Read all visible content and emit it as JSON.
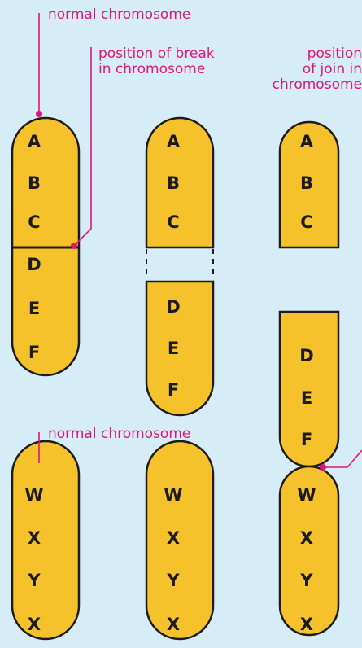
{
  "labels": {
    "normal_chromosome_top": "normal chromosome",
    "position_of_break": [
      "position of break",
      "in chromosome"
    ],
    "position_of_join": [
      "position",
      "of join in",
      "chromosome"
    ],
    "normal_chromosome_bottom": "normal chromosome"
  },
  "chromosomes": {
    "top_intact": [
      "A",
      "B",
      "C",
      "D",
      "E",
      "F"
    ],
    "top_broken_upper": [
      "A",
      "B",
      "C"
    ],
    "top_broken_lower": [
      "D",
      "E",
      "F"
    ],
    "top_joined_remnant": [
      "A",
      "B",
      "C"
    ],
    "moved_segment": [
      "D",
      "E",
      "F"
    ],
    "bottom_normal": [
      "W",
      "X",
      "Y",
      "X"
    ],
    "bottom_middle": [
      "W",
      "X",
      "Y",
      "X"
    ],
    "bottom_joined": [
      "W",
      "X",
      "Y",
      "X"
    ]
  },
  "colors": {
    "background": "#d6ecf7",
    "chromosome_fill": "#f5c22b",
    "outline": "#1b1b1b",
    "leader": "#e0157a"
  }
}
